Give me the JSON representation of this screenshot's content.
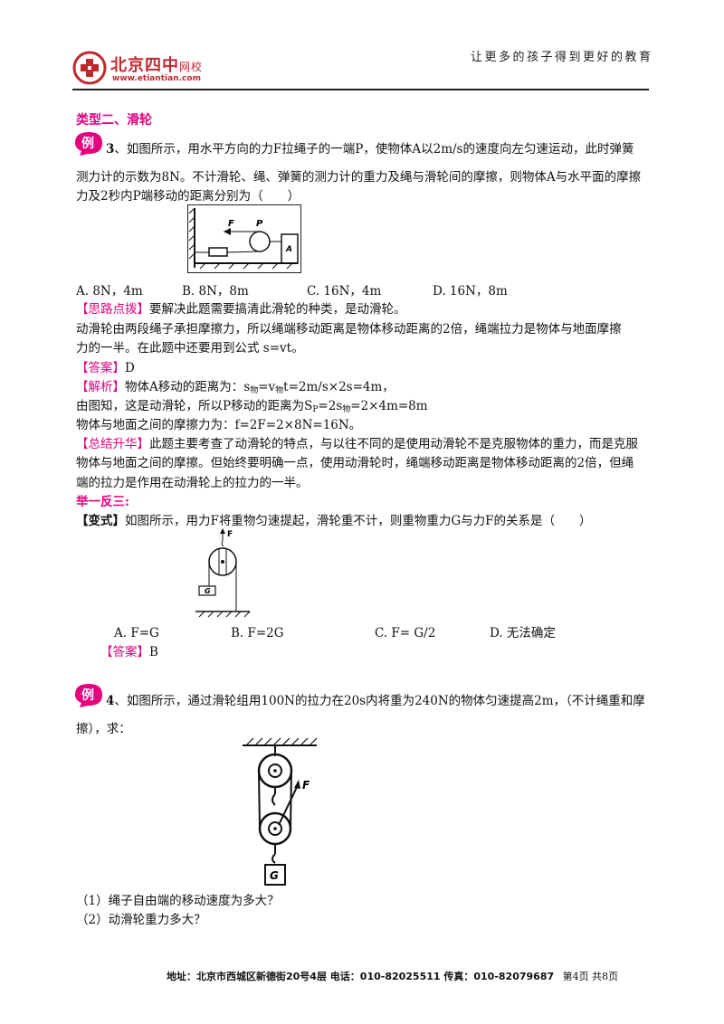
{
  "header": {
    "logo_cn": "北京四中",
    "logo_suffix": "网校",
    "logo_url": "www.etiantian.com",
    "slogan": "让更多的孩子得到更好的教育"
  },
  "section_title": "类型二、滑轮",
  "example_badge": "例",
  "q3": {
    "num": "3",
    "line1": "、如图所示，用水平方向的力F拉绳子的一端P，使物体A以2m/s的速度向左匀速运动，此时弹簧",
    "line2": "测力计的示数为8N。不计滑轮、绳、弹簧的测力计的重力及绳与滑轮间的摩擦，则物体A与水平面的摩擦",
    "line3": "力及2秒内P端移动的距离分别为（　　）",
    "fig_label_f": "F",
    "fig_label_p": "P",
    "fig_label_a": "A",
    "options": [
      "A. 8N，4m",
      "B. 8N，8m",
      "C. 16N，4m",
      "D. 16N，8m"
    ],
    "tip_tag": "【思路点拨】",
    "tip_text": "要解决此题需要搞清此滑轮的种类，是动滑轮。",
    "tip_line2": "动滑轮由两段绳子承担摩擦力，所以绳端移动距离是物体移动距离的2倍，绳端拉力是物体与地面摩擦",
    "tip_line3": "力的一半。在此题中还要用到公式 s=vt。",
    "ans_tag": "【答案】",
    "ans_text": "D",
    "ana_tag": "【解析】",
    "ana_text": "物体A移动的距离为：",
    "ana_s": "s",
    "ana_sub_wu": "物",
    "ana_eq1": "=v",
    "ana_eq2": "t=2m/s×2s=4m，",
    "ana_line2_a": "由图知，这是动滑轮，所以P移动的距离为S",
    "ana_sub_p": "P",
    "ana_line2_b": "=2s",
    "ana_line2_c": "=2×4m=8m",
    "ana_line3": "物体与地面之间的摩擦力为：f=2F=2×8N=16N。",
    "sum_tag": "【总结升华】",
    "sum_text": "此题主要考查了动滑轮的特点，与以往不同的是使用动滑轮不是克服物体的重力，而是克服",
    "sum_line2": "物体与地面之间的摩擦。但始终要明确一点，使用动滑轮时，绳端移动距离是物体移动距离的2倍，但绳",
    "sum_line3": "端的拉力是作用在动滑轮上的拉力的一半。"
  },
  "variant": {
    "heading": "举一反三:",
    "tag": "【变式】",
    "text": "如图所示，用力F将重物匀速提起，滑轮重不计，则重物重力G与力F的关系是（　　）",
    "fig_label_f": "F",
    "fig_label_g": "G",
    "options": [
      "A. F=G",
      "B. F=2G",
      "C. F= G/2",
      "D. 无法确定"
    ],
    "ans_tag": "【答案】",
    "ans_text": "B"
  },
  "q4": {
    "num": "4",
    "line1": "、如图所示，通过滑轮组用100N的拉力在20s内将重为240N的物体匀速提高2m，（不计绳重和摩",
    "line2": "擦），求：",
    "fig_label_f": "F",
    "fig_label_g": "G",
    "sub1": "（1）绳子自由端的移动速度为多大？",
    "sub2": "（2）动滑轮重力多大？"
  },
  "footer": {
    "address": "地址：北京市西城区新德街20号4层 电话：010-82025511 传真：010-82079687",
    "page": "第4页 共8页"
  },
  "colors": {
    "accent": "#e4007f",
    "logo_red": "#c0282d"
  }
}
